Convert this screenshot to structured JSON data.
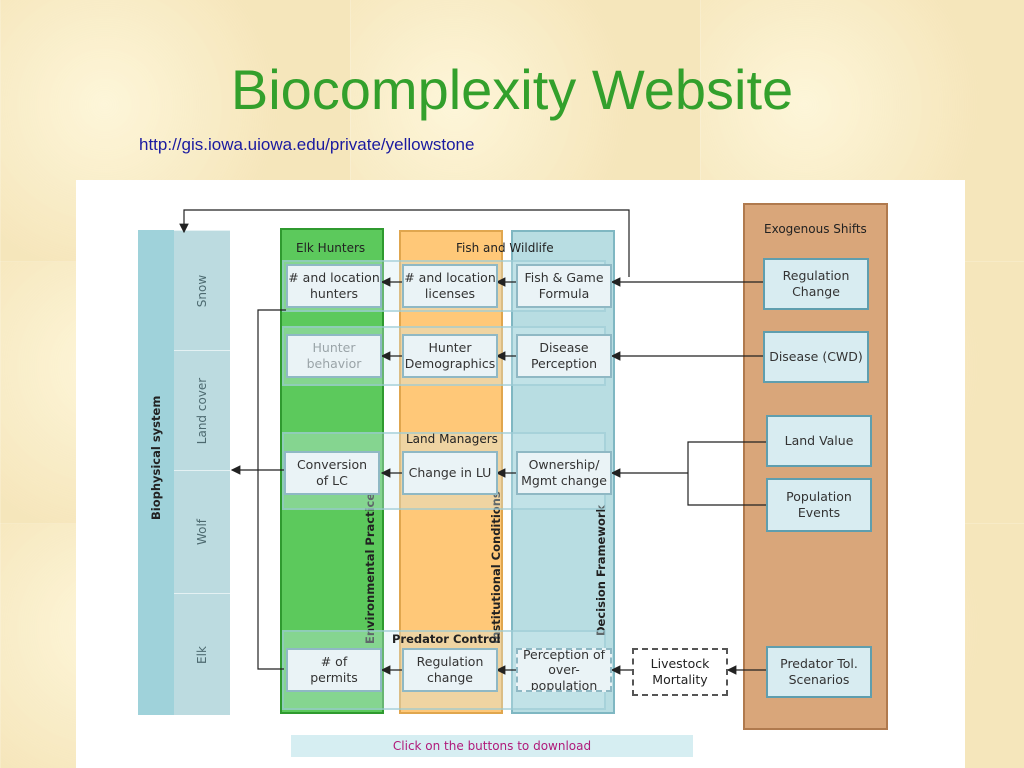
{
  "title": "Biocomplexity Website",
  "url": "http://gis.iowa.uiowa.edu/private/yellowstone",
  "diagram": {
    "biophysical_label": "Biophysical system",
    "biophysical_cells": [
      "Snow",
      "Land cover",
      "Wolf",
      "Elk"
    ],
    "columns": {
      "elk_hunters": "Elk Hunters",
      "fish_wildlife": "Fish and Wildlife",
      "exogenous": "Exogenous Shifts"
    },
    "column_labels": {
      "environmental": "Environmental Practices",
      "institutional": "Institutional Conditions",
      "decision": "Decision Framework"
    },
    "bands": {
      "land_managers": "Land Managers",
      "predator_control": "Predator Control"
    },
    "boxes": {
      "num_location_hunters": "# and location\nhunters",
      "num_location_licenses": "# and location\nlicenses",
      "fish_game_formula": "Fish & Game\nFormula",
      "hunter_behavior": "Hunter\nbehavior",
      "hunter_demographics": "Hunter\nDemographics",
      "disease_perception": "Disease\nPerception",
      "conversion_lc": "Conversion\nof LC",
      "change_in_lu": "Change in LU",
      "ownership_mgmt": "Ownership/\nMgmt change",
      "num_permits": "# of\npermits",
      "regulation_change_pc": "Regulation\nchange",
      "perception_overpop": "Perception of\nover-population",
      "livestock_mortality": "Livestock\nMortality",
      "regulation_change": "Regulation\nChange",
      "disease_cwd": "Disease (CWD)",
      "land_value": "Land Value",
      "population_events": "Population\nEvents",
      "predator_tol": "Predator Tol.\nScenarios"
    },
    "footer": "Click on the buttons to download"
  }
}
